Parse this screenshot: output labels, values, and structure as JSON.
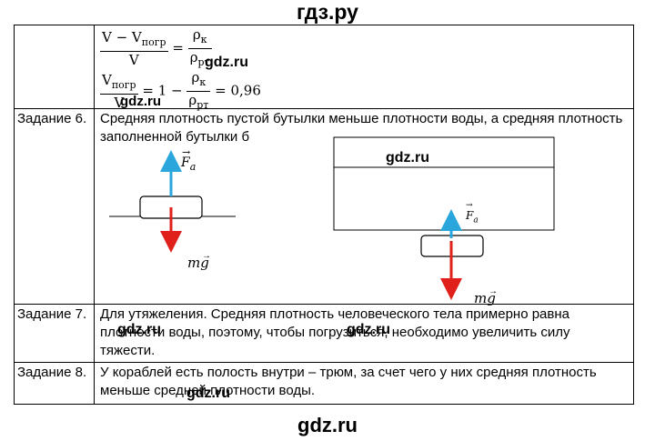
{
  "watermarks": {
    "header": "гдз.ру",
    "footer": "gdz.ru",
    "inline": "gdz.ru"
  },
  "formulas": {
    "f1": {
      "num_a": "V − V",
      "num_sub": "погр",
      "den": "V",
      "eq": "=",
      "rhs_num": "ρ",
      "rhs_num_sub": "к",
      "rhs_den": "ρ",
      "rhs_den_sub": "рт"
    },
    "f2": {
      "num": "V",
      "num_sub": "погр",
      "den": "V",
      "eq": "= 1 −",
      "rhs_num": "ρ",
      "rhs_num_sub": "к",
      "rhs_den": "ρ",
      "rhs_den_sub": "рт",
      "result": "= 0,96"
    }
  },
  "rows": [
    {
      "label": "Задание 6.",
      "text": "Средняя плотность пустой бутылки меньше плотности воды, а средняя плотность заполненной бутылки б"
    },
    {
      "label": "Задание 7.",
      "text": "Для утяжеления. Средняя плотность человеческого тела примерно равна плотности воды, поэтому, чтобы погрузиться, необходимо увеличить силу тяжести."
    },
    {
      "label": "Задание 8.",
      "text": "У кораблей есть полость внутри – трюм, за счет чего у них средняя плотность меньше средней плотности воды."
    }
  ],
  "figure": {
    "force_a_symbol": "F",
    "force_a_sub": "а",
    "gravity": "mg",
    "colors": {
      "up_arrow": "#2aa6dc",
      "down_arrow": "#e0201b"
    }
  }
}
